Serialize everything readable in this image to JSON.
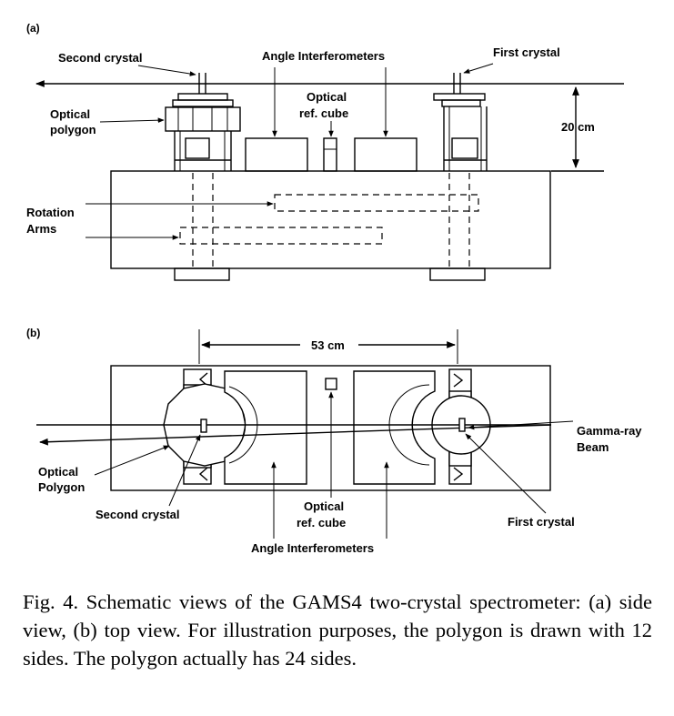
{
  "panel_a": {
    "label": "(a)",
    "second_crystal": "Second crystal",
    "angle_interferometers": "Angle Interferometers",
    "first_crystal": "First crystal",
    "optical_ref_cube_line1": "Optical",
    "optical_ref_cube_line2": "ref. cube",
    "optical_polygon_line1": "Optical",
    "optical_polygon_line2": "polygon",
    "height_dim": "20 cm",
    "rotation_arms_line1": "Rotation",
    "rotation_arms_line2": "Arms"
  },
  "panel_b": {
    "label": "(b)",
    "width_dim": "53 cm",
    "gamma_ray_line1": "Gamma-ray",
    "gamma_ray_line2": "Beam",
    "optical_polygon_line1": "Optical",
    "optical_polygon_line2": "Polygon",
    "second_crystal": "Second crystal",
    "optical_ref_cube_line1": "Optical",
    "optical_ref_cube_line2": "ref. cube",
    "first_crystal": "First crystal",
    "angle_interferometers": "Angle Interferometers"
  },
  "caption": "Fig. 4. Schematic views of the GAMS4 two-crystal spectrometer: (a) side view, (b) top view. For illustration purposes, the polygon is drawn with 12 sides. The polygon actually has 24 sides."
}
